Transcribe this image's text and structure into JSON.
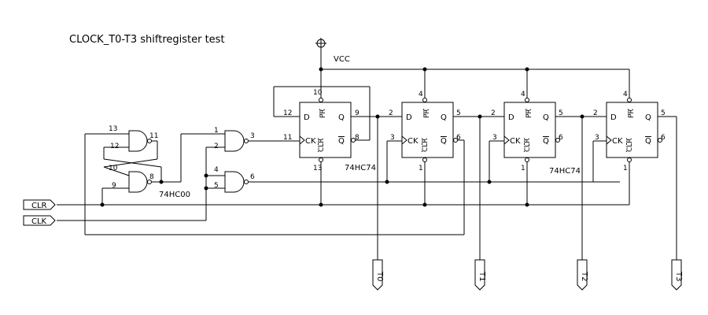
{
  "title": "CLOCK_T0-T3 shiftregister test",
  "vcc": "VCC",
  "inputs": {
    "clr": "CLR",
    "clk": "CLK"
  },
  "outputs": [
    "T0",
    "T1",
    "T2",
    "T3"
  ],
  "chips": {
    "nand": "74HC00",
    "ff_a": "74HC74",
    "ff_b": "74HC74"
  },
  "pins": {
    "d": "D",
    "q": "Q",
    "qbar": "Q",
    "ck": "CK",
    "pr": "PR",
    "clr": "CLR",
    "g1": [
      "13",
      "12",
      "11"
    ],
    "g2": [
      "10",
      "9",
      "8"
    ],
    "g3": [
      "1",
      "2",
      "3"
    ],
    "g4": [
      "4",
      "5",
      "6"
    ],
    "ff1": {
      "d": "12",
      "q": "9",
      "qbar": "8",
      "ck": "11",
      "pr": "10",
      "clr": "13"
    },
    "ff2": {
      "d": "2",
      "q": "5",
      "qbar": "6",
      "ck": "3",
      "pr": "4",
      "clr": "1"
    },
    "ff3": {
      "d": "2",
      "q": "5",
      "qbar": "6",
      "ck": "3",
      "pr": "4",
      "clr": "1"
    },
    "ff4": {
      "d": "2",
      "q": "5",
      "qbar": "6",
      "ck": "3",
      "pr": "4",
      "clr": "1"
    }
  },
  "colors": {
    "ink": "#000000",
    "background": "#ffffff"
  }
}
